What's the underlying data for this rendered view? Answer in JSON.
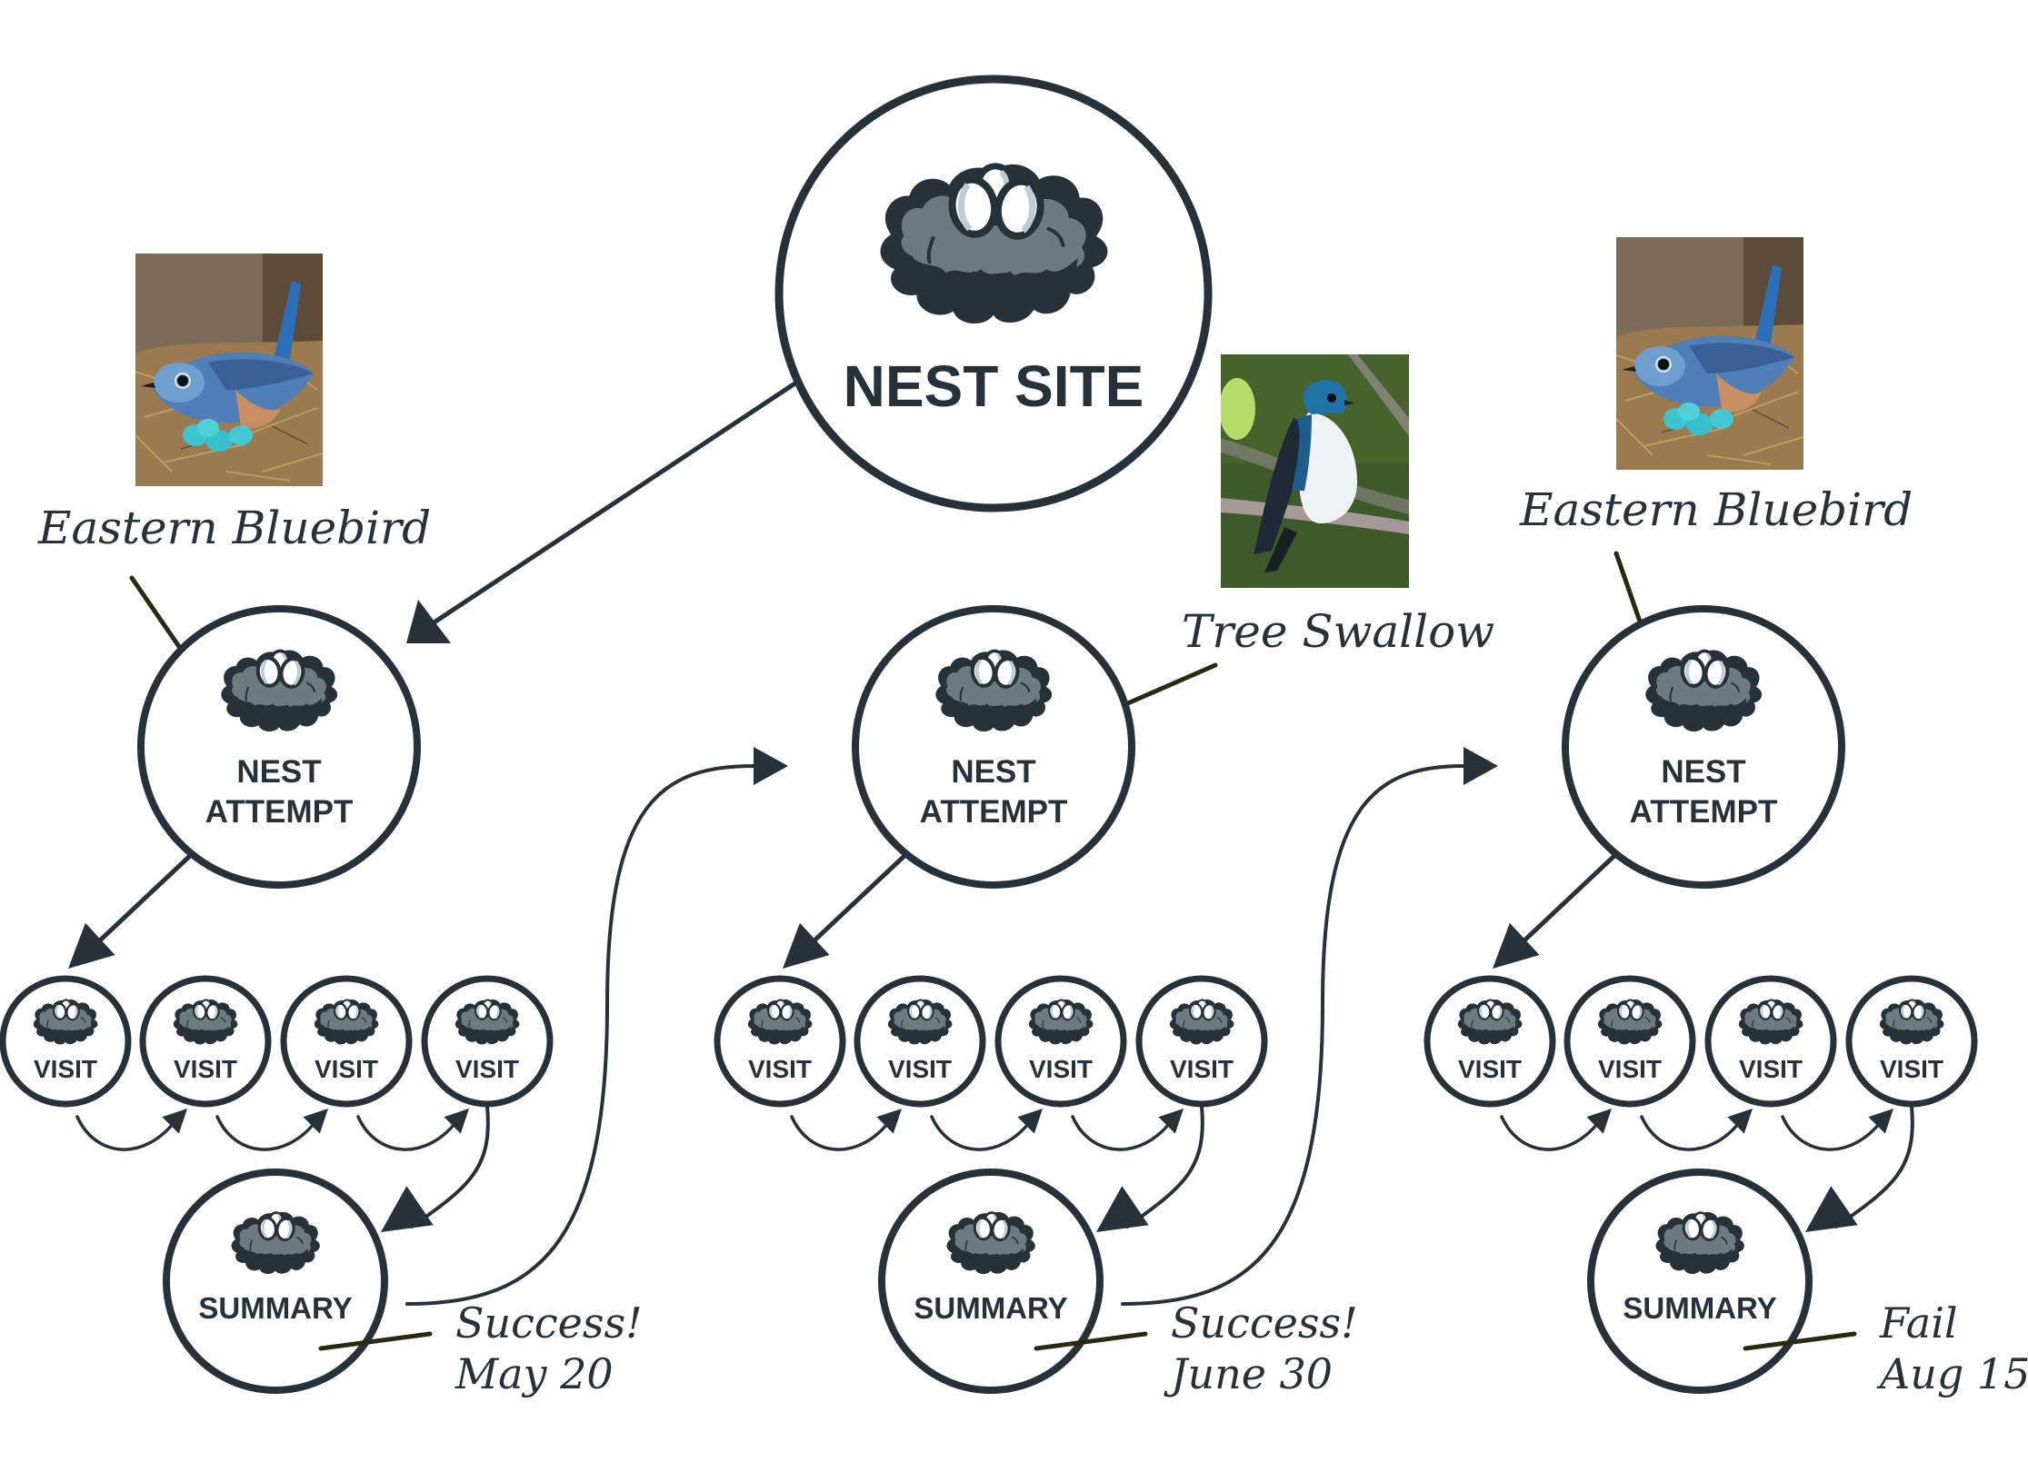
{
  "diagram": {
    "title": "Nest site monitoring hierarchy",
    "colors": {
      "ink": "#27313a",
      "nest_fill": "#6e7a82",
      "egg": "#ffffff",
      "egg_shade": "#c0ccd4",
      "leader": "#2a2a12",
      "background": "#ffffff"
    },
    "root": {
      "label": "NEST SITE",
      "icon": "nest-with-eggs-icon"
    },
    "attempts": [
      {
        "label_line1": "NEST",
        "label_line2": "ATTEMPT",
        "icon": "nest-with-eggs-icon",
        "species": "Eastern Bluebird",
        "photo": "eastern-bluebird-on-nest-photo",
        "visits": [
          {
            "label": "VISIT"
          },
          {
            "label": "VISIT"
          },
          {
            "label": "VISIT"
          },
          {
            "label": "VISIT"
          }
        ],
        "summary": {
          "label": "SUMMARY",
          "outcome": "Success!",
          "date": "May 20"
        }
      },
      {
        "label_line1": "NEST",
        "label_line2": "ATTEMPT",
        "icon": "nest-with-eggs-icon",
        "species": "Tree Swallow",
        "photo": "tree-swallow-on-branch-photo",
        "visits": [
          {
            "label": "VISIT"
          },
          {
            "label": "VISIT"
          },
          {
            "label": "VISIT"
          },
          {
            "label": "VISIT"
          }
        ],
        "summary": {
          "label": "SUMMARY",
          "outcome": "Success!",
          "date": "June 30"
        }
      },
      {
        "label_line1": "NEST",
        "label_line2": "ATTEMPT",
        "icon": "nest-with-eggs-icon",
        "species": "Eastern Bluebird",
        "photo": "eastern-bluebird-on-nest-photo",
        "visits": [
          {
            "label": "VISIT"
          },
          {
            "label": "VISIT"
          },
          {
            "label": "VISIT"
          },
          {
            "label": "VISIT"
          }
        ],
        "summary": {
          "label": "SUMMARY",
          "outcome": "Fail",
          "date": "Aug 15"
        }
      }
    ]
  }
}
